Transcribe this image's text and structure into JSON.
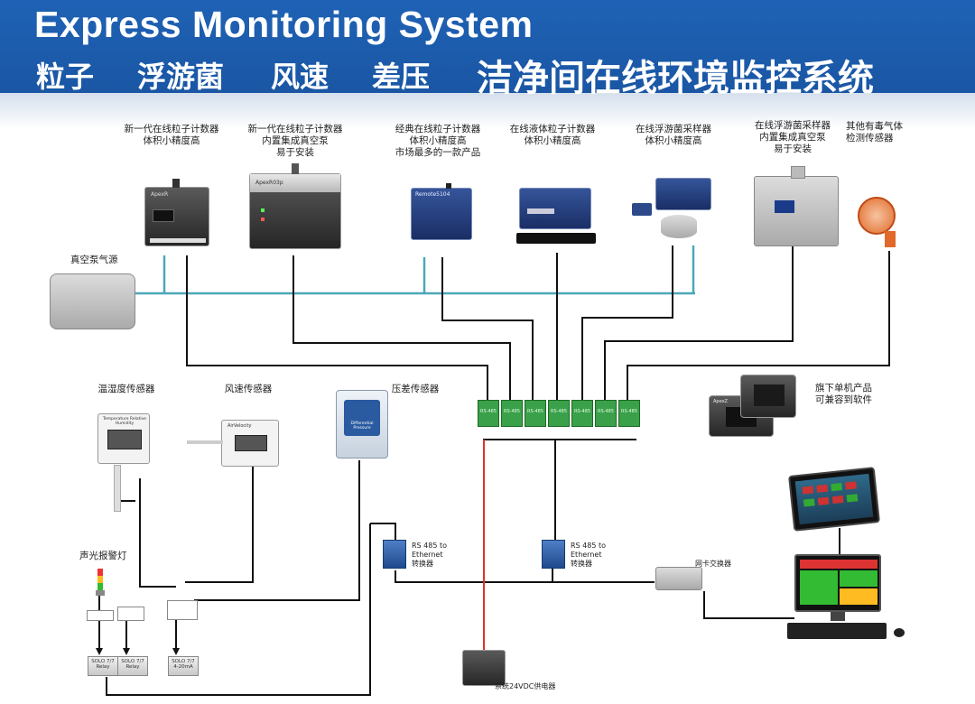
{
  "header": {
    "title": "Express Monitoring System",
    "tag_particle": "粒子",
    "tag_microbe": "浮游菌",
    "tag_velocity": "风速",
    "tag_pressure": "差压",
    "system_name": "洁净间在线环境监控系统"
  },
  "devices": {
    "pc1": {
      "l1": "新一代在线粒子计数器",
      "l2": "体积小精度高"
    },
    "pc2": {
      "l1": "新一代在线粒子计数器",
      "l2": "内置集成真空泵",
      "l3": "易于安装"
    },
    "pc3": {
      "l1": "经典在线粒子计数器",
      "l2": "体积小精度高",
      "l3": "市场最多的一款产品"
    },
    "liquid": {
      "l1": "在线液体粒子计数器",
      "l2": "体积小精度高"
    },
    "microbe": {
      "l1": "在线浮游菌采样器",
      "l2": "体积小精度高"
    },
    "microbe2": {
      "l1": "在线浮游菌采样器",
      "l2": "内置集成真空泵",
      "l3": "易于安装"
    },
    "gas": {
      "l1": "其他有毒气体",
      "l2": "检测传感器"
    },
    "vacuum": "真空泵气源",
    "temp": "温湿度传感器",
    "wind": "风速传感器",
    "dp": "压差传感器",
    "handheld": {
      "l1": "旗下单机产品",
      "l2": "可兼容到软件"
    },
    "alarm": "声光报警灯",
    "conv_left": {
      "l1": "RS 485 to",
      "l2": "Ethernet",
      "l3": "转换器"
    },
    "conv_mid": {
      "l1": "RS 485 to",
      "l2": "Ethernet",
      "l3": "转换器"
    },
    "switch": "网卡交换器",
    "power": "系统24VDC供电器"
  },
  "device_text": {
    "pc1_brand": "ApexR",
    "pc2_brand": "ApexR03p",
    "pc3_brand": "Remote5104",
    "temp_screen": "Temperature Relative Humidity",
    "wind_screen": "AirVelocity",
    "dp_screen": "Differential Pressure",
    "handheld_brand": "ApexZ"
  },
  "converters": [
    "RS-485",
    "RS-485",
    "RS-485",
    "RS-485",
    "RS-485",
    "RS-485",
    "RS-485"
  ],
  "modules": [
    "SOLO 7/7 Relay",
    "SOLO 7/7 Relay",
    "SOLO 7/7 4-20mA"
  ],
  "colors": {
    "header": "#1a56a4",
    "cyan_tube": "#4aa8b8",
    "wire": "#111111",
    "power_wire": "#d9362a",
    "converter_green": "#3aa04a"
  }
}
